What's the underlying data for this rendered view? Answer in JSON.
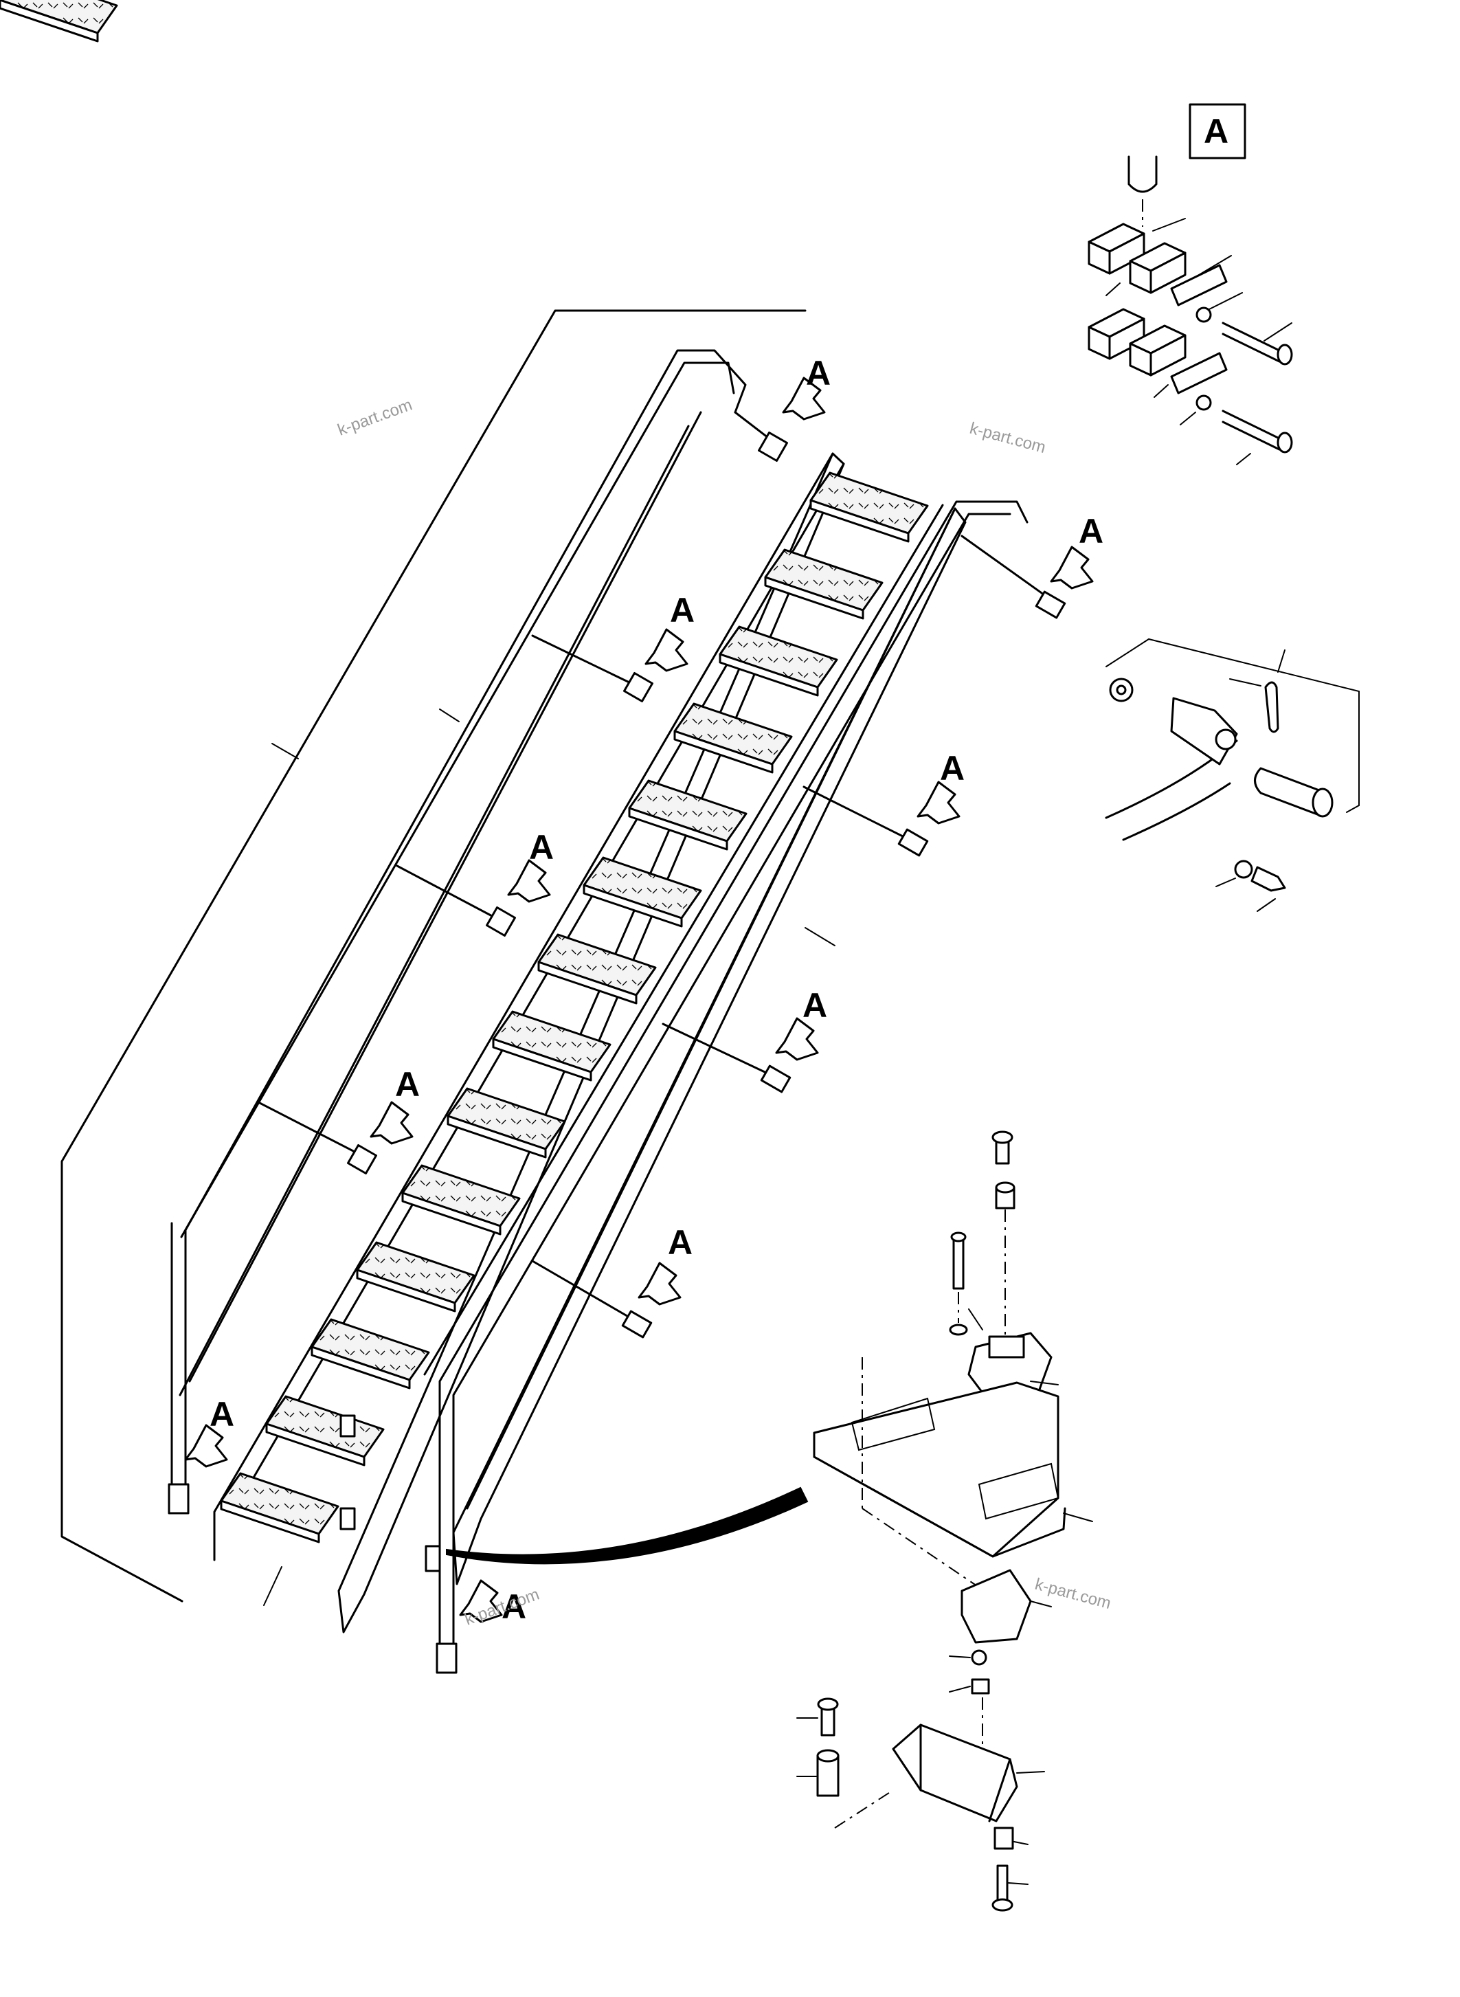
{
  "detail_box_label": "A",
  "callout_label": "A",
  "watermark_text": "k-part.com",
  "callouts": [
    {
      "id": "callout-1",
      "text": "A"
    },
    {
      "id": "callout-2",
      "text": "A"
    },
    {
      "id": "callout-3",
      "text": "A"
    },
    {
      "id": "callout-4",
      "text": "A"
    },
    {
      "id": "callout-5",
      "text": "A"
    },
    {
      "id": "callout-6",
      "text": "A"
    },
    {
      "id": "callout-7",
      "text": "A"
    },
    {
      "id": "callout-8",
      "text": "A"
    },
    {
      "id": "callout-9",
      "text": "A"
    },
    {
      "id": "callout-10",
      "text": "A"
    }
  ],
  "watermarks": [
    {
      "id": "watermark-1",
      "text": "k-part.com"
    },
    {
      "id": "watermark-2",
      "text": "k-part.com"
    },
    {
      "id": "watermark-3",
      "text": "k-part.com"
    },
    {
      "id": "watermark-4",
      "text": "k-part.com"
    }
  ],
  "colors": {
    "line": "#000000",
    "background": "#ffffff",
    "watermark": "#9a9a9a"
  }
}
